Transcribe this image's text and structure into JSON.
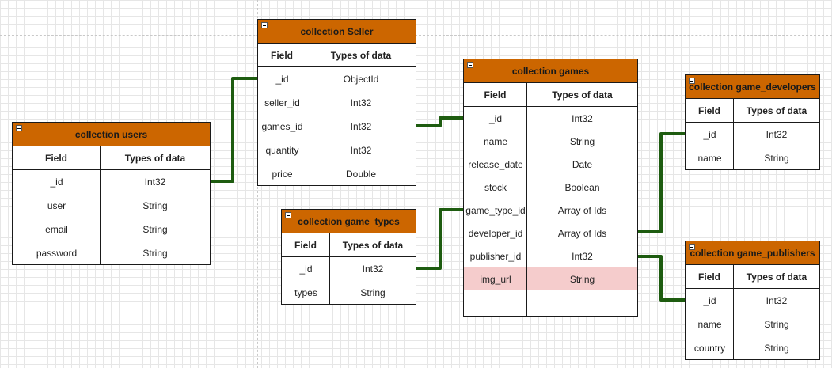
{
  "colors": {
    "header": "#cc6600",
    "connector": "#1e5c10",
    "highlight": "#f5cccc"
  },
  "tables": {
    "users": {
      "title": "collection users",
      "field_header": "Field",
      "type_header": "Types of data",
      "rows": [
        {
          "field": "_id",
          "type": "Int32"
        },
        {
          "field": "user",
          "type": "String"
        },
        {
          "field": "email",
          "type": "String"
        },
        {
          "field": "password",
          "type": "String"
        }
      ]
    },
    "seller": {
      "title": "collection Seller",
      "field_header": "Field",
      "type_header": "Types of data",
      "rows": [
        {
          "field": "_id",
          "type": "ObjectId"
        },
        {
          "field": "seller_id",
          "type": "Int32"
        },
        {
          "field": "games_id",
          "type": "Int32"
        },
        {
          "field": "quantity",
          "type": "Int32"
        },
        {
          "field": "price",
          "type": "Double"
        }
      ]
    },
    "game_types": {
      "title": "collection game_types",
      "field_header": "Field",
      "type_header": "Types of data",
      "rows": [
        {
          "field": "_id",
          "type": "Int32"
        },
        {
          "field": "types",
          "type": "String"
        }
      ]
    },
    "games": {
      "title": "collection games",
      "field_header": "Field",
      "type_header": "Types of data",
      "rows": [
        {
          "field": "_id",
          "type": "Int32"
        },
        {
          "field": "name",
          "type": "String"
        },
        {
          "field": "release_date",
          "type": "Date"
        },
        {
          "field": "stock",
          "type": "Boolean"
        },
        {
          "field": "game_type_id",
          "type": "Array of Ids"
        },
        {
          "field": "developer_id",
          "type": "Array of Ids"
        },
        {
          "field": "publisher_id",
          "type": "Int32"
        },
        {
          "field": "img_url",
          "type": "String",
          "highlighted": true
        },
        {
          "field": "",
          "type": ""
        }
      ]
    },
    "game_developers": {
      "title": "collection game_developers",
      "field_header": "Field",
      "type_header": "Types of data",
      "rows": [
        {
          "field": "_id",
          "type": "Int32"
        },
        {
          "field": "name",
          "type": "String"
        }
      ]
    },
    "game_publishers": {
      "title": "collection game_publishers",
      "field_header": "Field",
      "type_header": "Types of data",
      "rows": [
        {
          "field": "_id",
          "type": "Int32"
        },
        {
          "field": "name",
          "type": "String"
        },
        {
          "field": "country",
          "type": "String"
        }
      ]
    }
  }
}
